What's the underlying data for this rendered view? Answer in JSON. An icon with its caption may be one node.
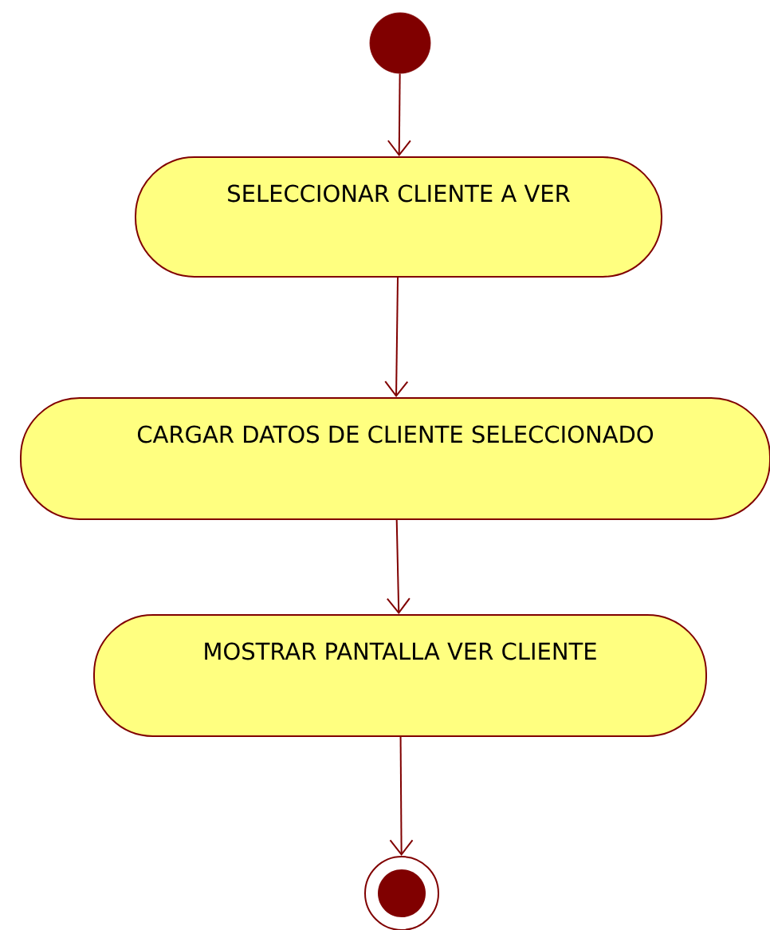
{
  "diagram": {
    "nodes": [
      {
        "text": [],
        "shape": "circle"
      },
      {
        "text": [
          "SELECCIONAR CLIENTE A VER"
        ]
      },
      {
        "text": [
          "CARGAR DATOS DE CLIENTE SELECCIONADO"
        ]
      },
      {
        "text": [
          "MOSTRAR PANTALLA VER CLIENTE"
        ]
      },
      {
        "text": [],
        "shape": "circle"
      }
    ],
    "edges": [
      {
        "from": 0,
        "to": 1,
        "arrow": "to"
      },
      {
        "from": 1,
        "to": 2,
        "arrow": "to"
      },
      {
        "from": 2,
        "to": 3,
        "arrow": "to"
      },
      {
        "from": 3,
        "to": 4,
        "arrow": "to"
      }
    ]
  }
}
